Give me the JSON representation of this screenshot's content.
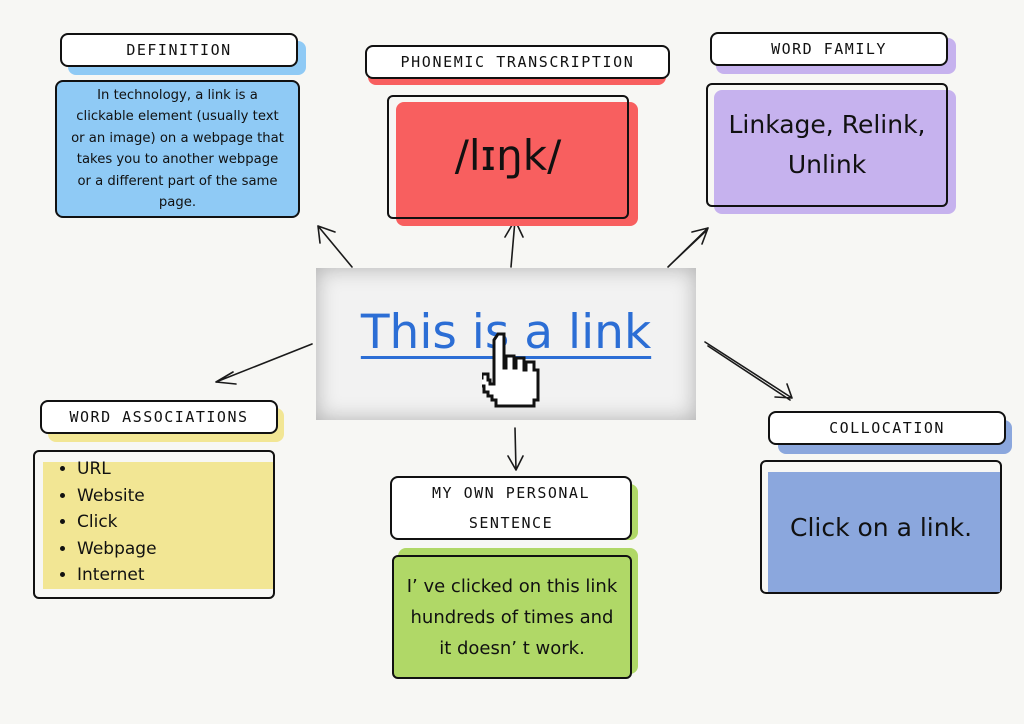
{
  "center": {
    "link_text": "This is a link"
  },
  "definition": {
    "label": "DEFINITION",
    "text": "In technology, a link is a clickable element (usually text or an image) on a webpage that takes you to another webpage or a different part of the same page."
  },
  "phonemic": {
    "label": "PHONEMIC TRANSCRIPTION",
    "text": "/lɪŋk/"
  },
  "word_family": {
    "label": "WORD FAMILY",
    "text": "Linkage, Relink, Unlink"
  },
  "word_associations": {
    "label": "WORD ASSOCIATIONS",
    "items": [
      "URL",
      "Website",
      "Click",
      "Webpage",
      "Internet"
    ]
  },
  "personal_sentence": {
    "label_line1": "MY OWN PERSONAL",
    "label_line2": "SENTENCE",
    "text": "I’ ve clicked on this link hundreds of times and it doesn’ t work."
  },
  "collocation": {
    "label": "COLLOCATION",
    "text": "Click on a link."
  },
  "colors": {
    "definition": "#8fcaf5",
    "phonemic": "#f85f5f",
    "word_family": "#c6b2ee",
    "word_associations": "#f2e694",
    "personal_sentence": "#b0d867",
    "collocation": "#8ba7dd",
    "link_blue": "#2c6ed5"
  },
  "icons": {
    "cursor": "hand-pointer-icon"
  }
}
